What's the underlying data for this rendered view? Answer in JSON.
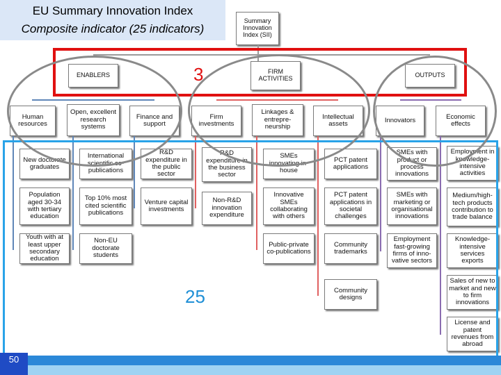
{
  "title": {
    "line1": "EU Summary Innovation Index",
    "line2": "Composite indicator (25 indicators)"
  },
  "root": "Summary Innovation Index (SII)",
  "groups": [
    {
      "label": "ENABLERS",
      "color": "#5f86b8",
      "dimensions": [
        {
          "label": "Human resources",
          "indicators": [
            "New doctorate graduates",
            "Population aged 30-34 with tertiary education",
            "Youth with at least upper secondary education"
          ]
        },
        {
          "label": "Open, excellent research systems",
          "indicators": [
            "International scientific co-publications",
            "Top 10% most cited scientific publications",
            "Non-EU doctorate students"
          ]
        },
        {
          "label": "Finance and support",
          "indicators": [
            "R&D expenditure in the public sector",
            "Venture capital investments"
          ]
        }
      ]
    },
    {
      "label": "FIRM ACTIVITIES",
      "color": "#e06060",
      "dimensions": [
        {
          "label": "Firm investments",
          "indicators": [
            "R&D expenditure in the business sector",
            "Non-R&D innovation expenditure"
          ]
        },
        {
          "label": "Linkages & entrepre-neurship",
          "indicators": [
            "SMEs innovating in-house",
            "Innovative SMEs collaborating with others",
            "Public-private co-publications"
          ]
        },
        {
          "label": "Intellectual assets",
          "indicators": [
            "PCT patent applications",
            "PCT patent applications in societal challenges",
            "Community trademarks",
            "Community designs"
          ]
        }
      ]
    },
    {
      "label": "OUTPUTS",
      "color": "#8a6cb0",
      "dimensions": [
        {
          "label": "Innovators",
          "indicators": [
            "SMEs with product or process innovations",
            "SMEs with marketing or organisational innovations",
            "Employment fast-growing firms of inno-vative sectors"
          ]
        },
        {
          "label": "Economic effects",
          "indicators": [
            "Employment in knowledge-intensive activities",
            "Medium/high-tech products contribution to trade balance",
            "Knowledge-intensive services exports",
            "Sales of new to market and new to firm innovations",
            "License and patent revenues from abroad"
          ]
        }
      ]
    }
  ],
  "annotations": {
    "top_count": "3",
    "indicator_count": "25"
  },
  "slide_number": "50",
  "colors": {
    "red_frame": "#e01010",
    "blue_frame": "#29a3e8",
    "title_bg": "#dbe7f7",
    "connector": "#9a9a9a"
  }
}
